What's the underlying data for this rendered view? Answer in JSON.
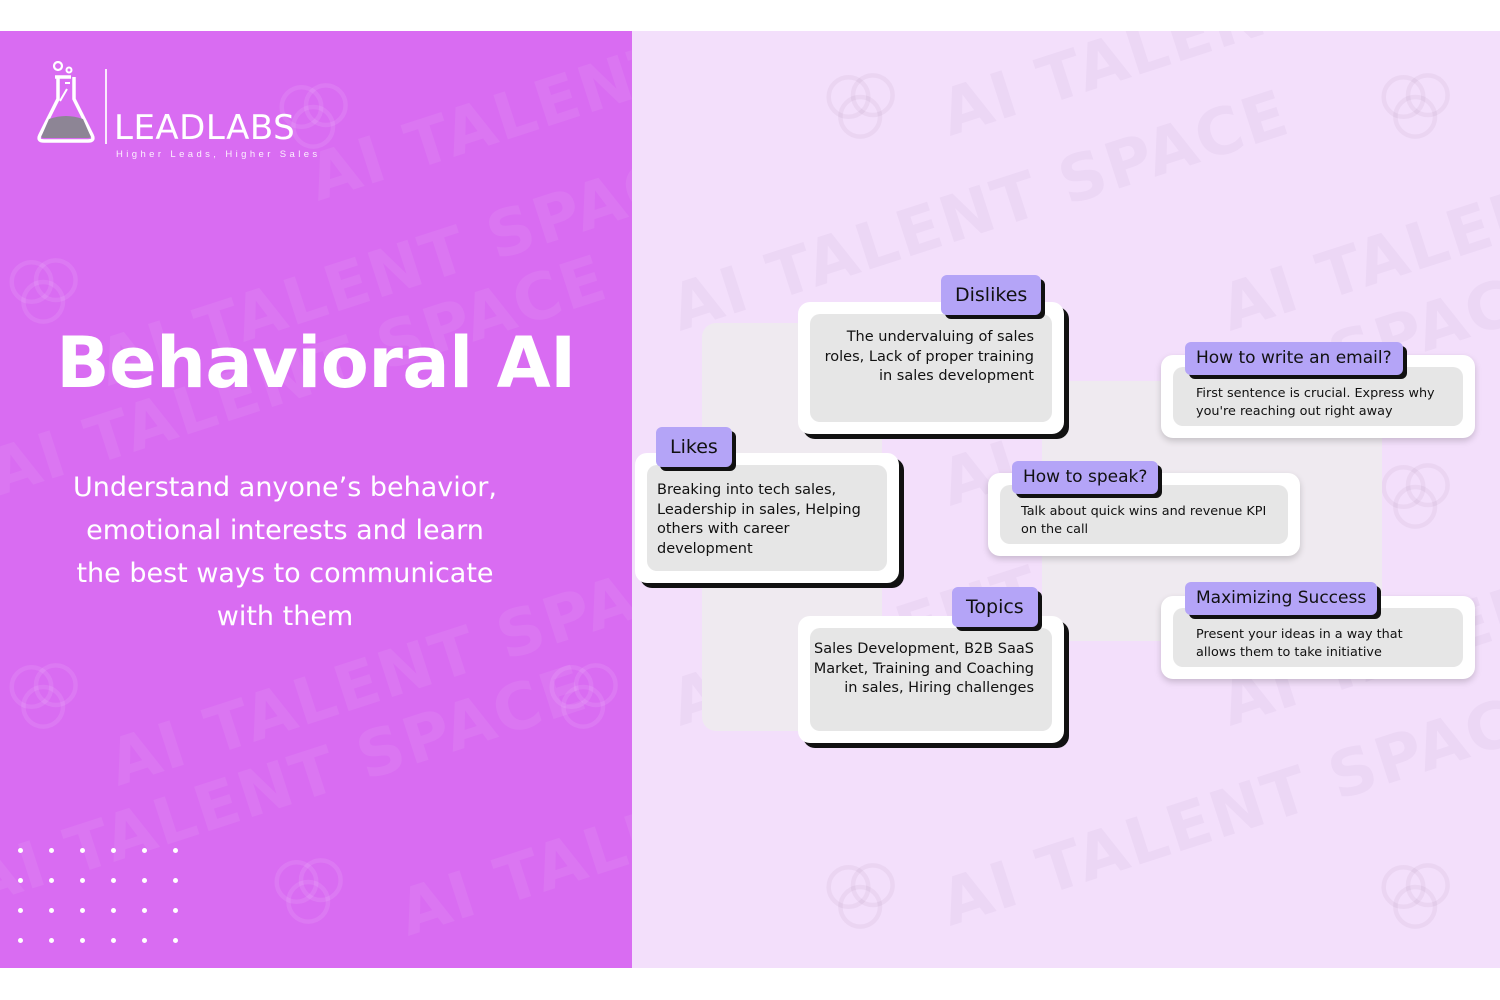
{
  "brand": {
    "name": "LEADLABS",
    "tagline": "Higher Leads, Higher Sales"
  },
  "hero": {
    "title": "Behavioral AI",
    "subtitle": "Understand anyone’s behavior, emotional interests and learn the best ways to communicate with them"
  },
  "watermark": {
    "text": "AI TALENT SPACE"
  },
  "cards": {
    "dislikes": {
      "label": "Dislikes",
      "text": "The undervaluing of sales roles, Lack of proper training in sales development"
    },
    "likes": {
      "label": "Likes",
      "text": "Breaking into tech sales, Leadership in sales, Helping others with career development"
    },
    "topics": {
      "label": "Topics",
      "text": "Sales Development, B2B SaaS Market, Training and Coaching in sales, Hiring challenges"
    },
    "email": {
      "label": "How to write an email?",
      "text": "First sentence is crucial. Express why you're reaching out right away"
    },
    "speak": {
      "label": "How to speak?",
      "text": "Talk about quick wins and revenue KPI on the call"
    },
    "success": {
      "label": "Maximizing Success",
      "text": "Present your ideas in a way that allows them to take initiative"
    }
  },
  "colors": {
    "left_panel": "#d96cf2",
    "right_panel": "#f3dffb",
    "tag": "#b4a4f7",
    "card_inner": "#e6e6e6"
  },
  "icons": [
    "flask-logo-icon",
    "brain-watermark-icon",
    "dot-grid-decoration"
  ]
}
